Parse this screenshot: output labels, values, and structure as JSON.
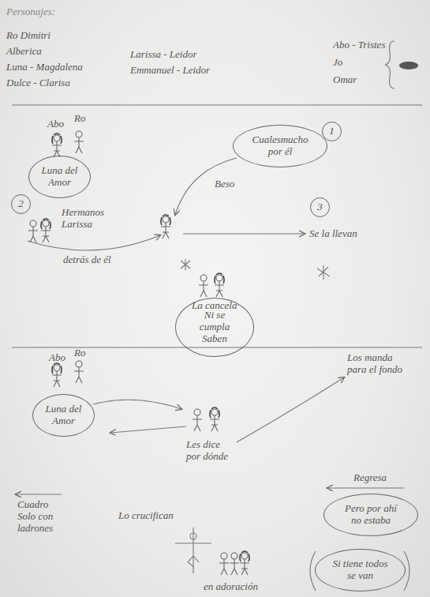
{
  "diagram": {
    "nodes": [
      {
        "text": [
          "Cualesmucho por él"
        ]
      },
      {
        "text": [
          "1"
        ]
      },
      {
        "text": [
          "Luna del Amor"
        ]
      },
      {
        "text": [
          "2"
        ]
      },
      {
        "text": [
          "3"
        ]
      },
      {
        "text": [
          "Ni se cumpla Saben"
        ]
      },
      {
        "text": [
          "Luna del Amor"
        ]
      },
      {
        "text": [
          "Pero por ahí no estaba"
        ]
      },
      {
        "text": [
          "Si tiene todos se van"
        ]
      }
    ],
    "labels": [
      "Personajes:",
      "Ro Dimitri",
      "Alberica",
      "Luna - Magdalena",
      "Dulce - Clarisa",
      "Larissa - Leidor",
      "Emmanuel - Leidor",
      "Abo - Tristes",
      "Jo",
      "Omar",
      "Abo",
      "Ro",
      "Beso",
      "Hermanos Larissa",
      "Se la llevan",
      "detrás de él",
      "La cancela",
      "Abo",
      "Ro",
      "Les dice por dónde",
      "Los manda para el fondo",
      "Cuadro Solo con ladrones",
      "Lo crucifican",
      "Regresa",
      "en adoración"
    ]
  }
}
